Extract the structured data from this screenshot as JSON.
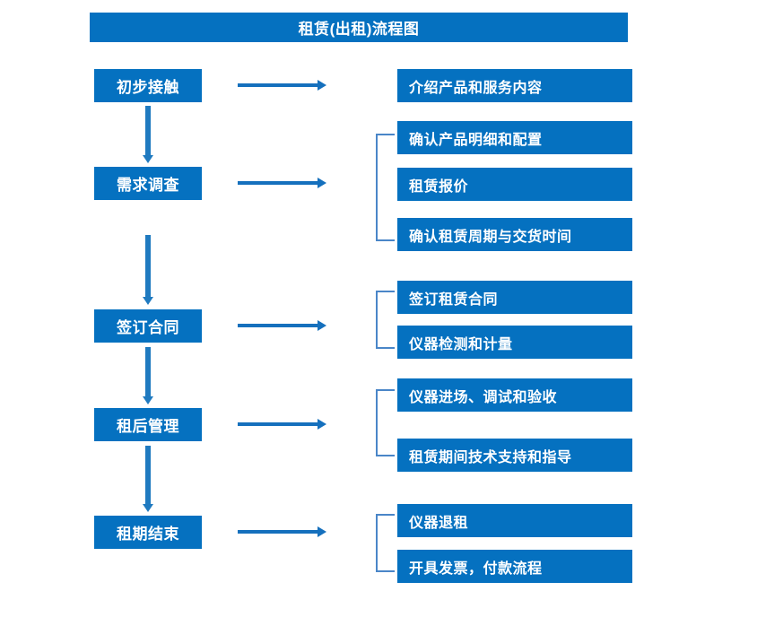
{
  "diagram": {
    "title": "租赁(出租)流程图",
    "accent_color": "#0571c0",
    "arrow_color": "#1570bd",
    "bracket_color": "#4a86c8",
    "text_color": "#ffffff",
    "background_color": "#ffffff"
  },
  "stages": [
    {
      "label": "初步接触"
    },
    {
      "label": "需求调查"
    },
    {
      "label": "签订合同"
    },
    {
      "label": "租后管理"
    },
    {
      "label": "租期结束"
    }
  ],
  "details": [
    {
      "label": "介绍产品和服务内容"
    },
    {
      "label": "确认产品明细和配置"
    },
    {
      "label": "租赁报价"
    },
    {
      "label": "确认租赁周期与交货时间"
    },
    {
      "label": "签订租赁合同"
    },
    {
      "label": "仪器检测和计量"
    },
    {
      "label": "仪器进场、调试和验收"
    },
    {
      "label": "租赁期间技术支持和指导"
    },
    {
      "label": "仪器退租"
    },
    {
      "label": "开具发票，付款流程"
    }
  ]
}
